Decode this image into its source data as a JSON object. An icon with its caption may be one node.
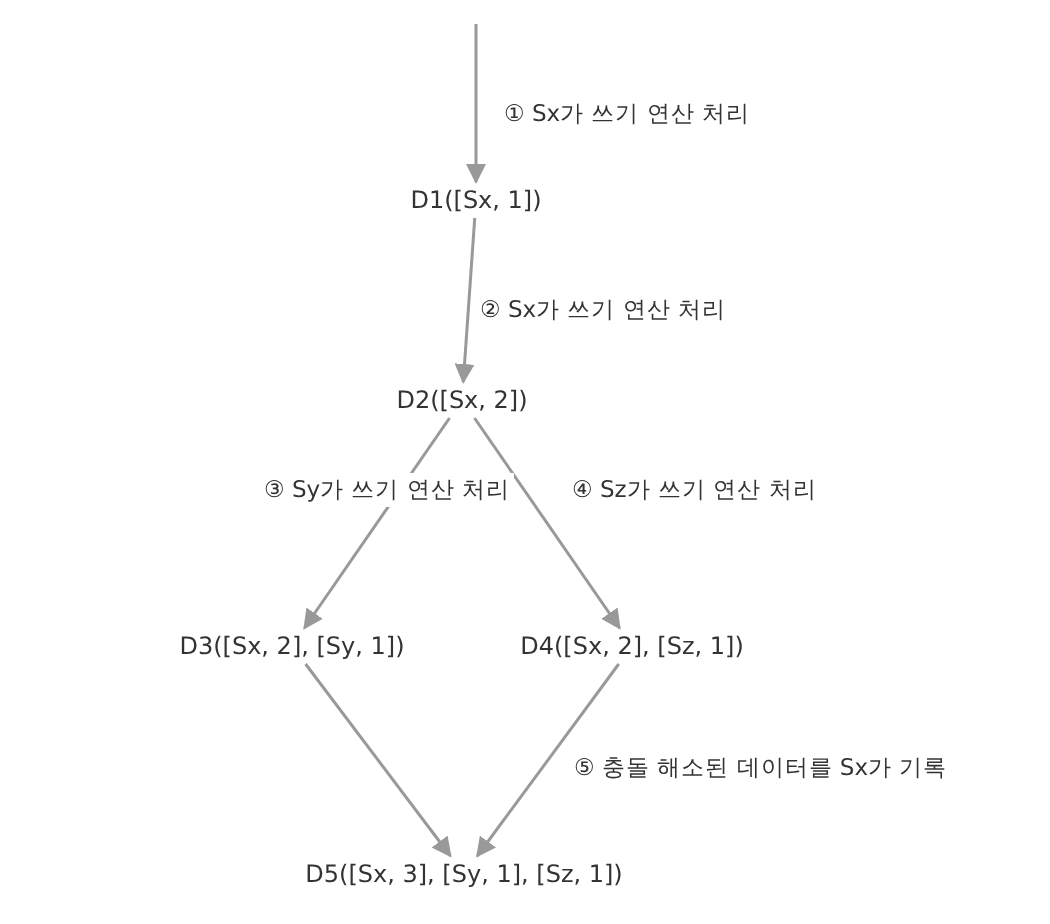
{
  "diagram": {
    "nodes": [
      {
        "text": [
          "D1([Sx, 1])"
        ]
      },
      {
        "text": [
          "D2([Sx, 2])"
        ]
      },
      {
        "text": [
          "D3([Sx, 2], [Sy, 1])"
        ]
      },
      {
        "text": [
          "D4([Sx, 2], [Sz, 1])"
        ]
      },
      {
        "text": [
          "D5([Sx, 3], [Sy, 1], [Sz, 1])"
        ]
      }
    ],
    "edges": [
      {
        "from": null,
        "to": 0,
        "arrow": "to",
        "label": "① Sx가 쓰기 연산 처리"
      },
      {
        "from": 0,
        "to": 1,
        "arrow": "to",
        "label": "② Sx가 쓰기 연산 처리"
      },
      {
        "from": 1,
        "to": 2,
        "arrow": "to",
        "label": "③ Sy가 쓰기 연산 처리"
      },
      {
        "from": 1,
        "to": 3,
        "arrow": "to",
        "label": "④ Sz가 쓰기 연산 처리"
      },
      {
        "from": 2,
        "to": 4,
        "arrow": "to"
      },
      {
        "from": 3,
        "to": 4,
        "arrow": "to",
        "label": "⑤ 충돌 해소된 데이터를 Sx가 기록"
      }
    ]
  }
}
